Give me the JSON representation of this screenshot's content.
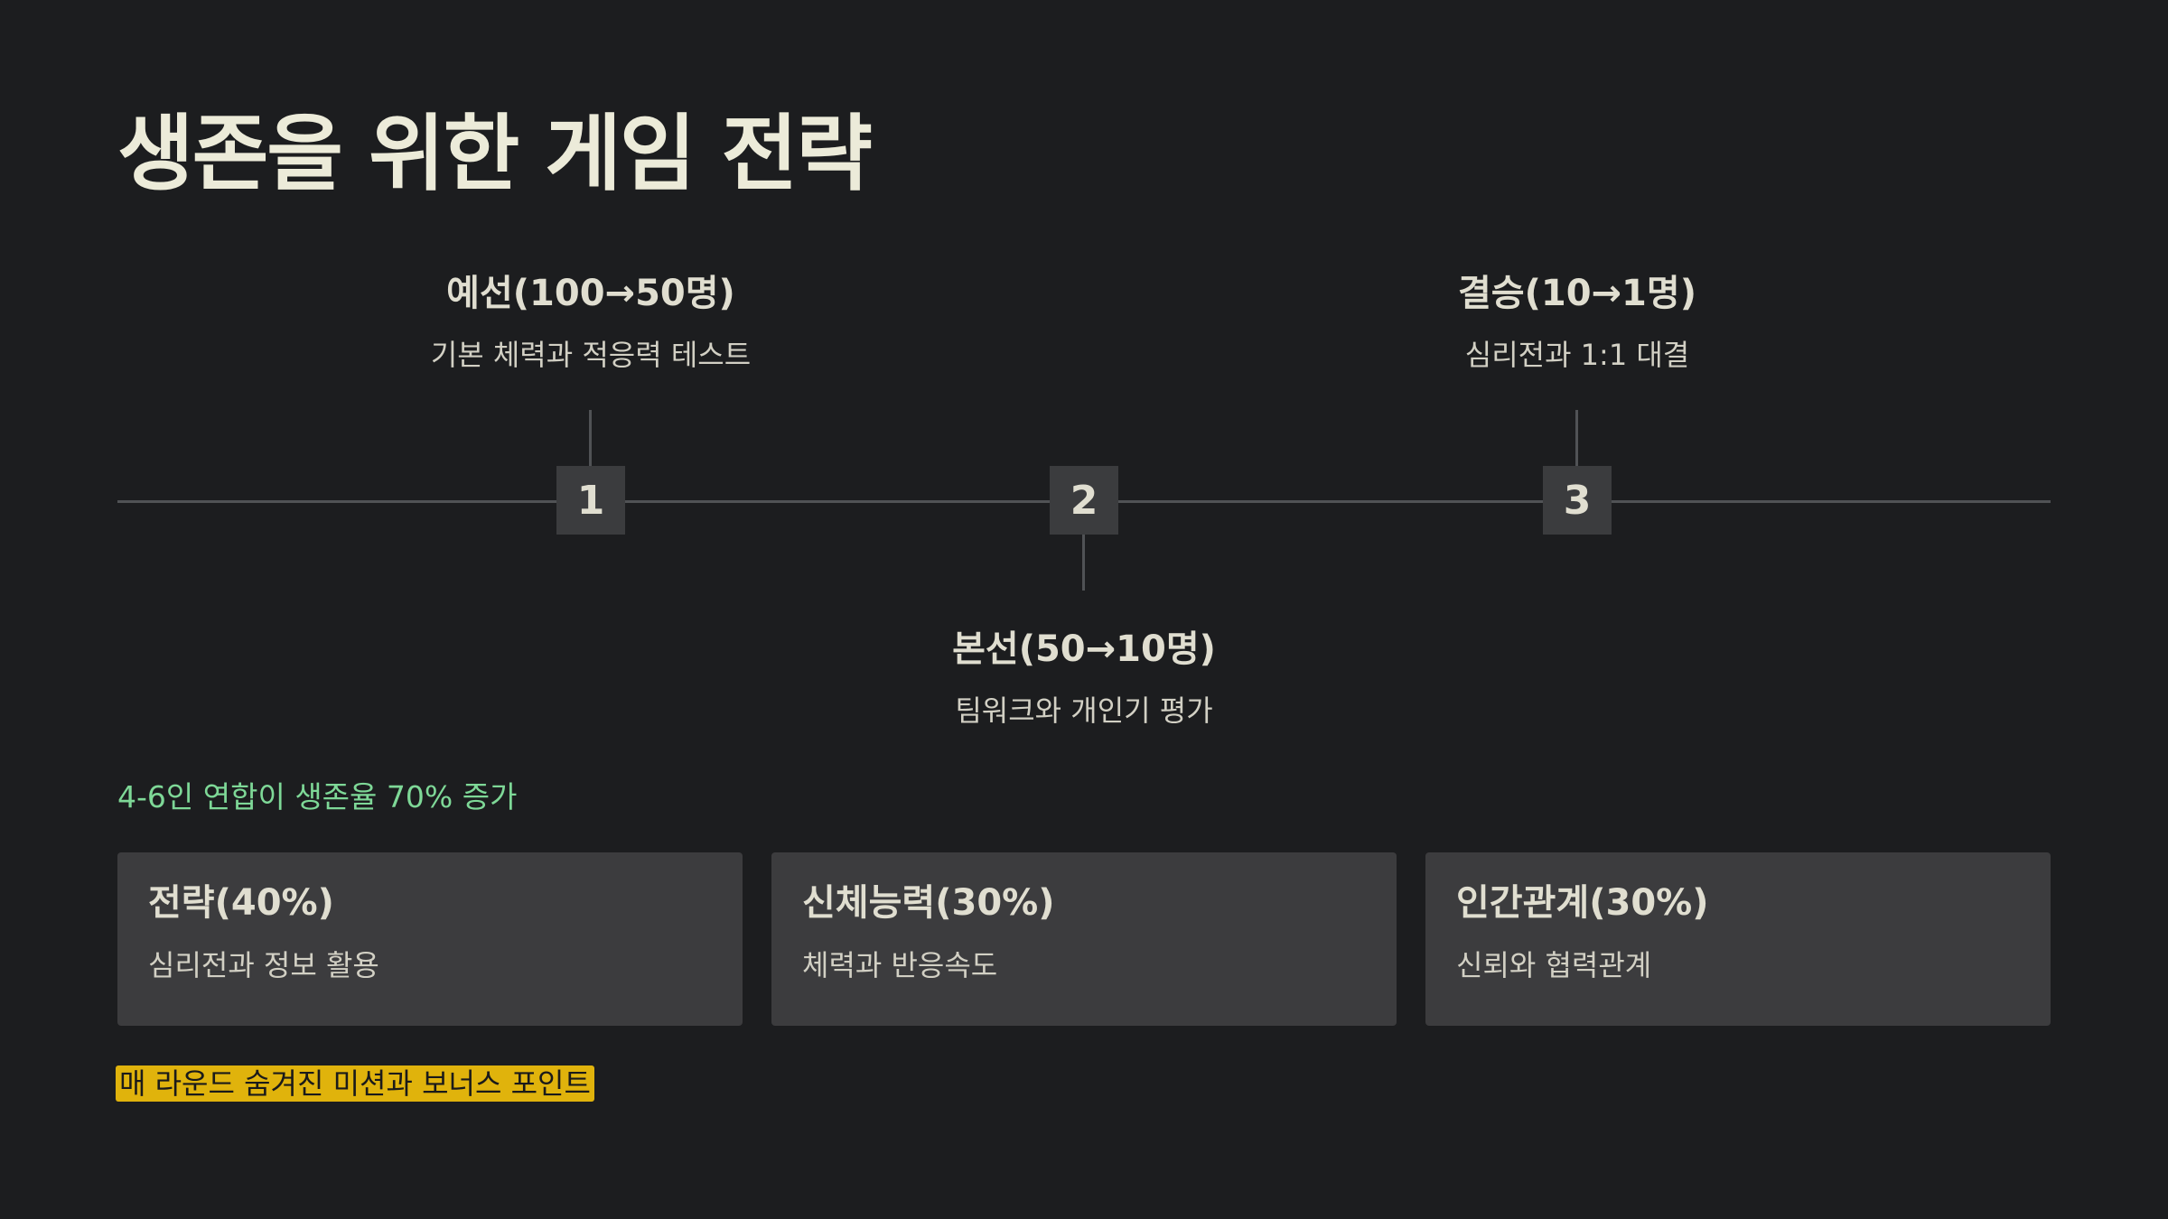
{
  "title": "생존을 위한 게임 전략",
  "stages": [
    {
      "number": "1",
      "title": "예선(100→50명)",
      "description": "기본 체력과 적응력 테스트"
    },
    {
      "number": "2",
      "title": "본선(50→10명)",
      "description": "팀워크와 개인기 평가"
    },
    {
      "number": "3",
      "title": "결승(10→1명)",
      "description": "심리전과 1:1 대결"
    }
  ],
  "alliance_note": "4-6인 연합이 생존율 70% 증가",
  "cards": [
    {
      "title": "전략(40%)",
      "description": "심리전과 정보 활용"
    },
    {
      "title": "신체능력(30%)",
      "description": "체력과 반응속도"
    },
    {
      "title": "인간관계(30%)",
      "description": "신뢰와 협력관계"
    }
  ],
  "bonus_note": "매 라운드 숨겨진 미션과 보너스 포인트",
  "colors": {
    "background": "#1c1d1f",
    "accent_green": "#7ed897",
    "highlight_yellow": "#e0b30c",
    "card_background": "#3c3c3e"
  }
}
